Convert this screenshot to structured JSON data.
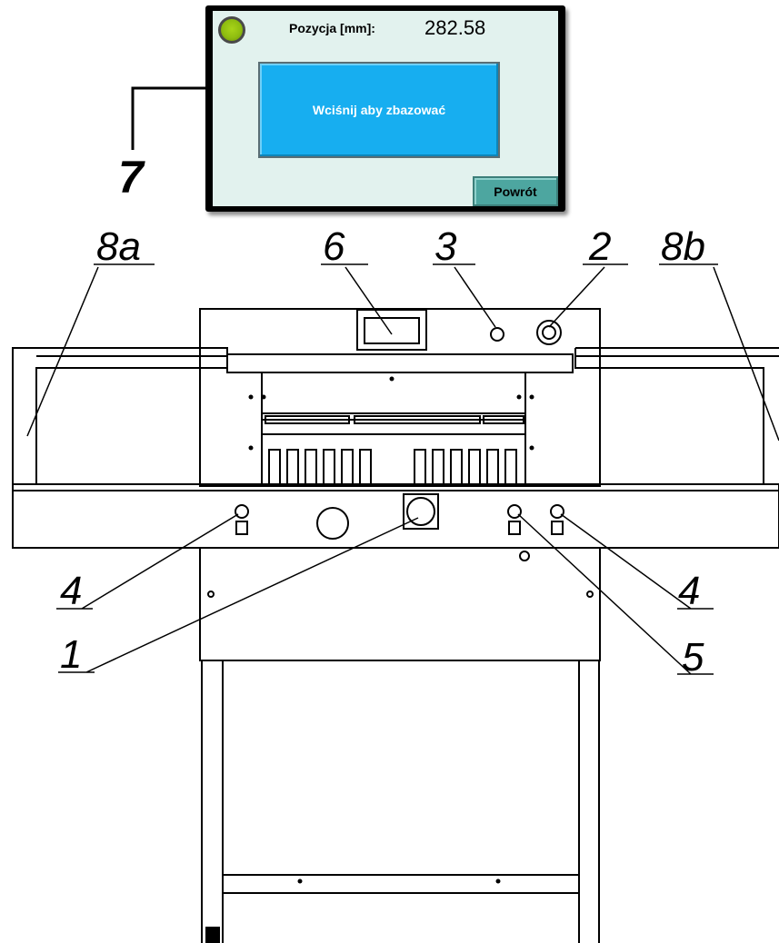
{
  "screen": {
    "position_label": "Pozycja [mm]:",
    "position_value": "282.58",
    "zero_button_label": "Wciśnij aby zbazować",
    "back_button_label": "Powrót",
    "led_color": "#9ccc14",
    "zero_button_color": "#17aef0",
    "back_button_color": "#4da6a0"
  },
  "callouts": {
    "c1": "1",
    "c2": "2",
    "c3": "3",
    "c4_left": "4",
    "c4_right": "4",
    "c5": "5",
    "c6": "6",
    "c7": "7",
    "c8a": "8a",
    "c8b": "8b"
  }
}
